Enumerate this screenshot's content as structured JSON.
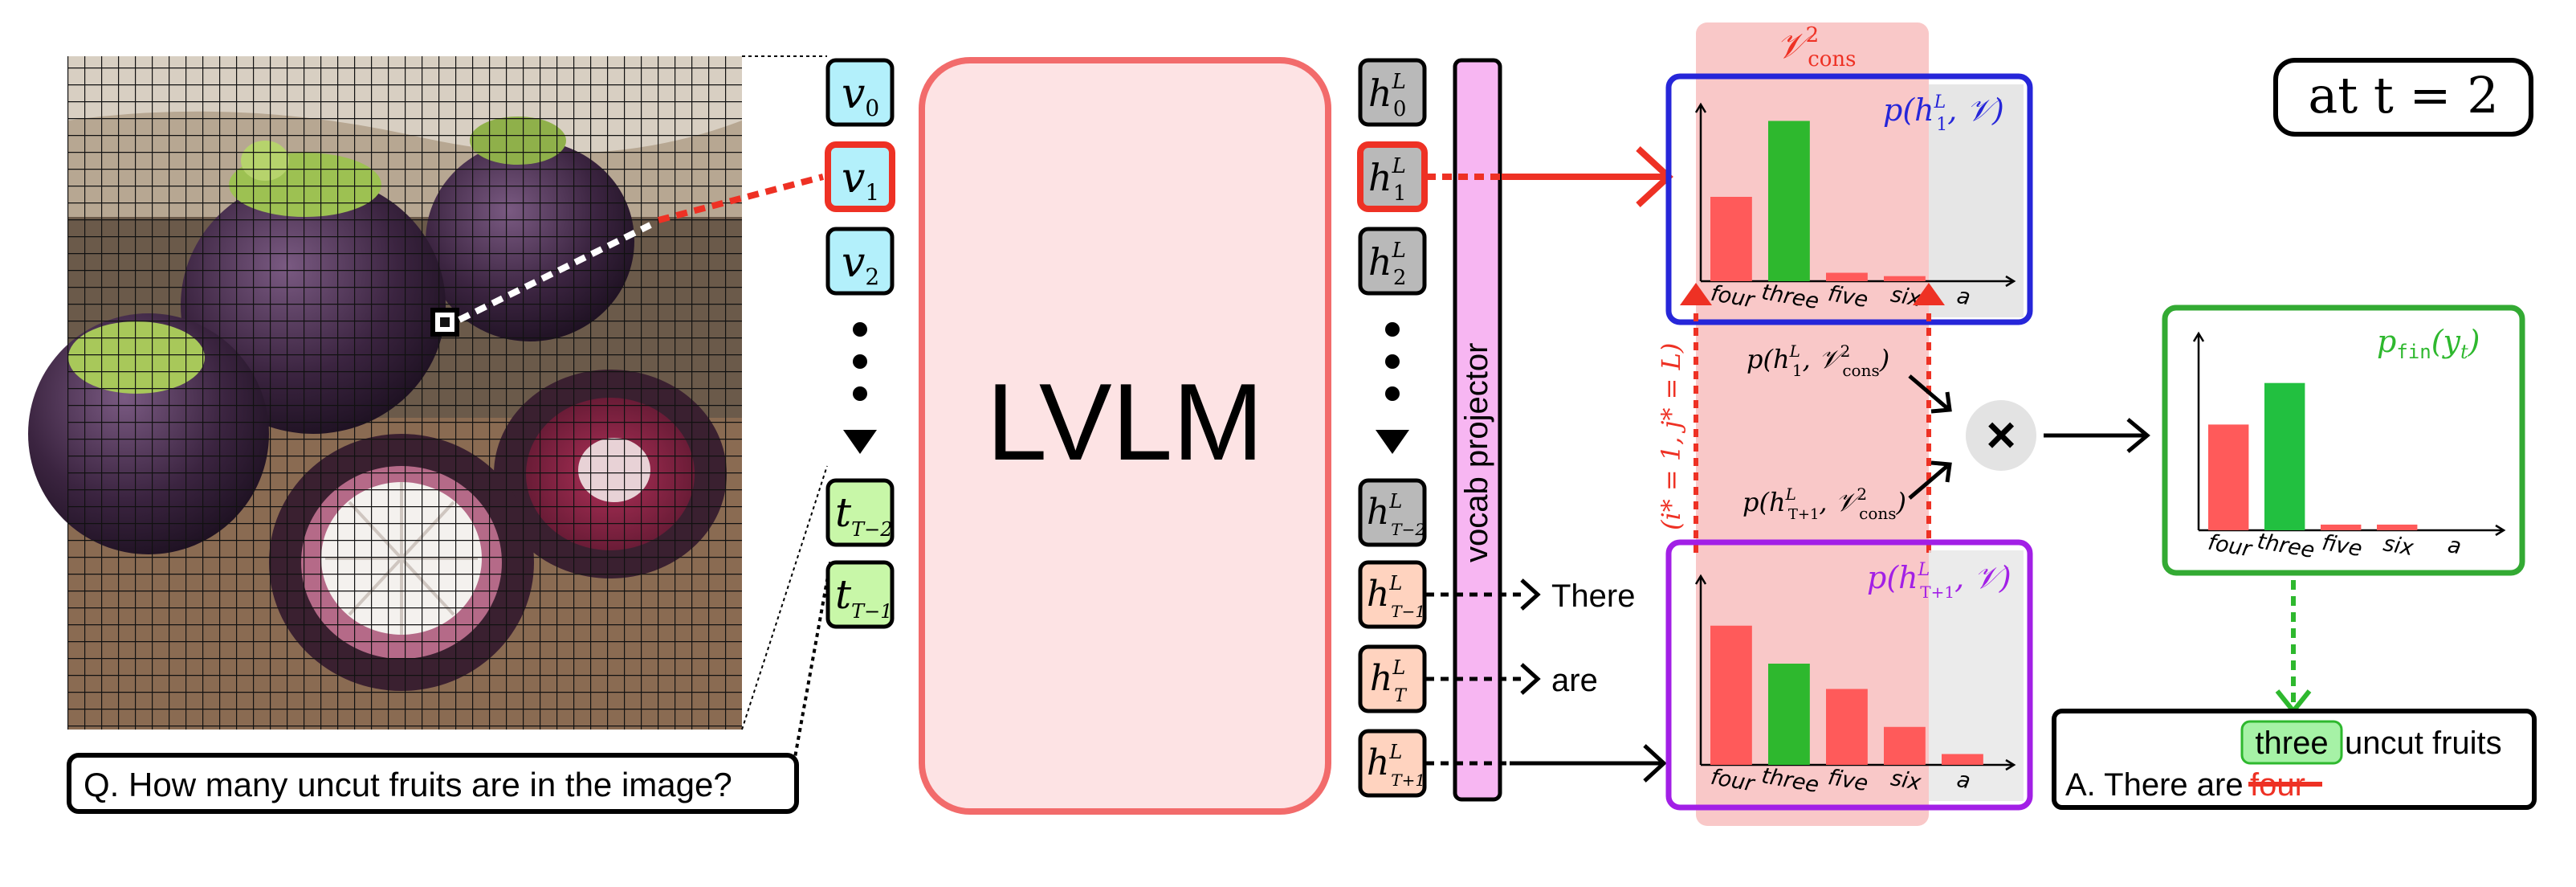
{
  "question": "Q. How many uncut fruits are in the image?",
  "model_label": "LVLM",
  "projector_label": "vocab projector",
  "timestep_label": "at t = 2",
  "vision_tokens": [
    "v_0",
    "v_1",
    "v_2",
    "t_{T-2}",
    "t_{T-1}"
  ],
  "hidden_states": [
    "h^L_0",
    "h^L_1",
    "h^L_2",
    "h^L_{T-2}",
    "h^L_{T-1}",
    "h^L_T",
    "h^L_{T+1}"
  ],
  "generated_words": [
    "There",
    "are"
  ],
  "consistency_region_label": "V²_cons",
  "index_annotation": "(i* = 1, j* = L)",
  "prob_top_label": "p(h^L_1, 𝒱)",
  "prob_bottom_label": "p(h^L_{T+1}, 𝒱)",
  "prob_cons_top": "p(h^L_1, 𝒱²_cons)",
  "prob_cons_bottom": "p(h^L_{T+1}, 𝒱²_cons)",
  "multiply_symbol": "×",
  "final_label": "p_fin(y_t)",
  "answer": {
    "prefix": "A. There are",
    "struck_word": "four",
    "replacement_word": "three",
    "suffix": "uncut fruits"
  },
  "colors": {
    "visual_token": "#b3f0fb",
    "text_token": "#c8f7a8",
    "hidden_gray": "#b9b9b9",
    "hidden_orange": "#ffd3bf",
    "red": "#ee3124",
    "green_bar": "#2eb82e",
    "red_bar": "#ff5a5a",
    "blue_border": "#2626d9",
    "purple_border": "#a21fe6",
    "green_border": "#33aa33",
    "cons_region": "#f7b6b6",
    "projector": "#f7b6f2",
    "lvlm_fill": "#fde3e4",
    "lvlm_border": "#f26b6b"
  },
  "chart_data": [
    {
      "type": "bar",
      "categories": [
        "four",
        "three",
        "five",
        "six",
        "a"
      ],
      "values": [
        0.5,
        0.95,
        0.05,
        0.03,
        0.0
      ],
      "title": "p(h^L_1, 𝒱)"
    },
    {
      "type": "bar",
      "categories": [
        "four",
        "three",
        "five",
        "six",
        "a"
      ],
      "values": [
        0.77,
        0.56,
        0.42,
        0.21,
        0.06
      ],
      "title": "p(h^L_{T+1}, 𝒱)"
    },
    {
      "type": "bar",
      "categories": [
        "four",
        "three",
        "five",
        "six",
        "a"
      ],
      "values": [
        0.56,
        0.78,
        0.03,
        0.03,
        0.0
      ],
      "title": "p_fin(y_t)"
    }
  ]
}
